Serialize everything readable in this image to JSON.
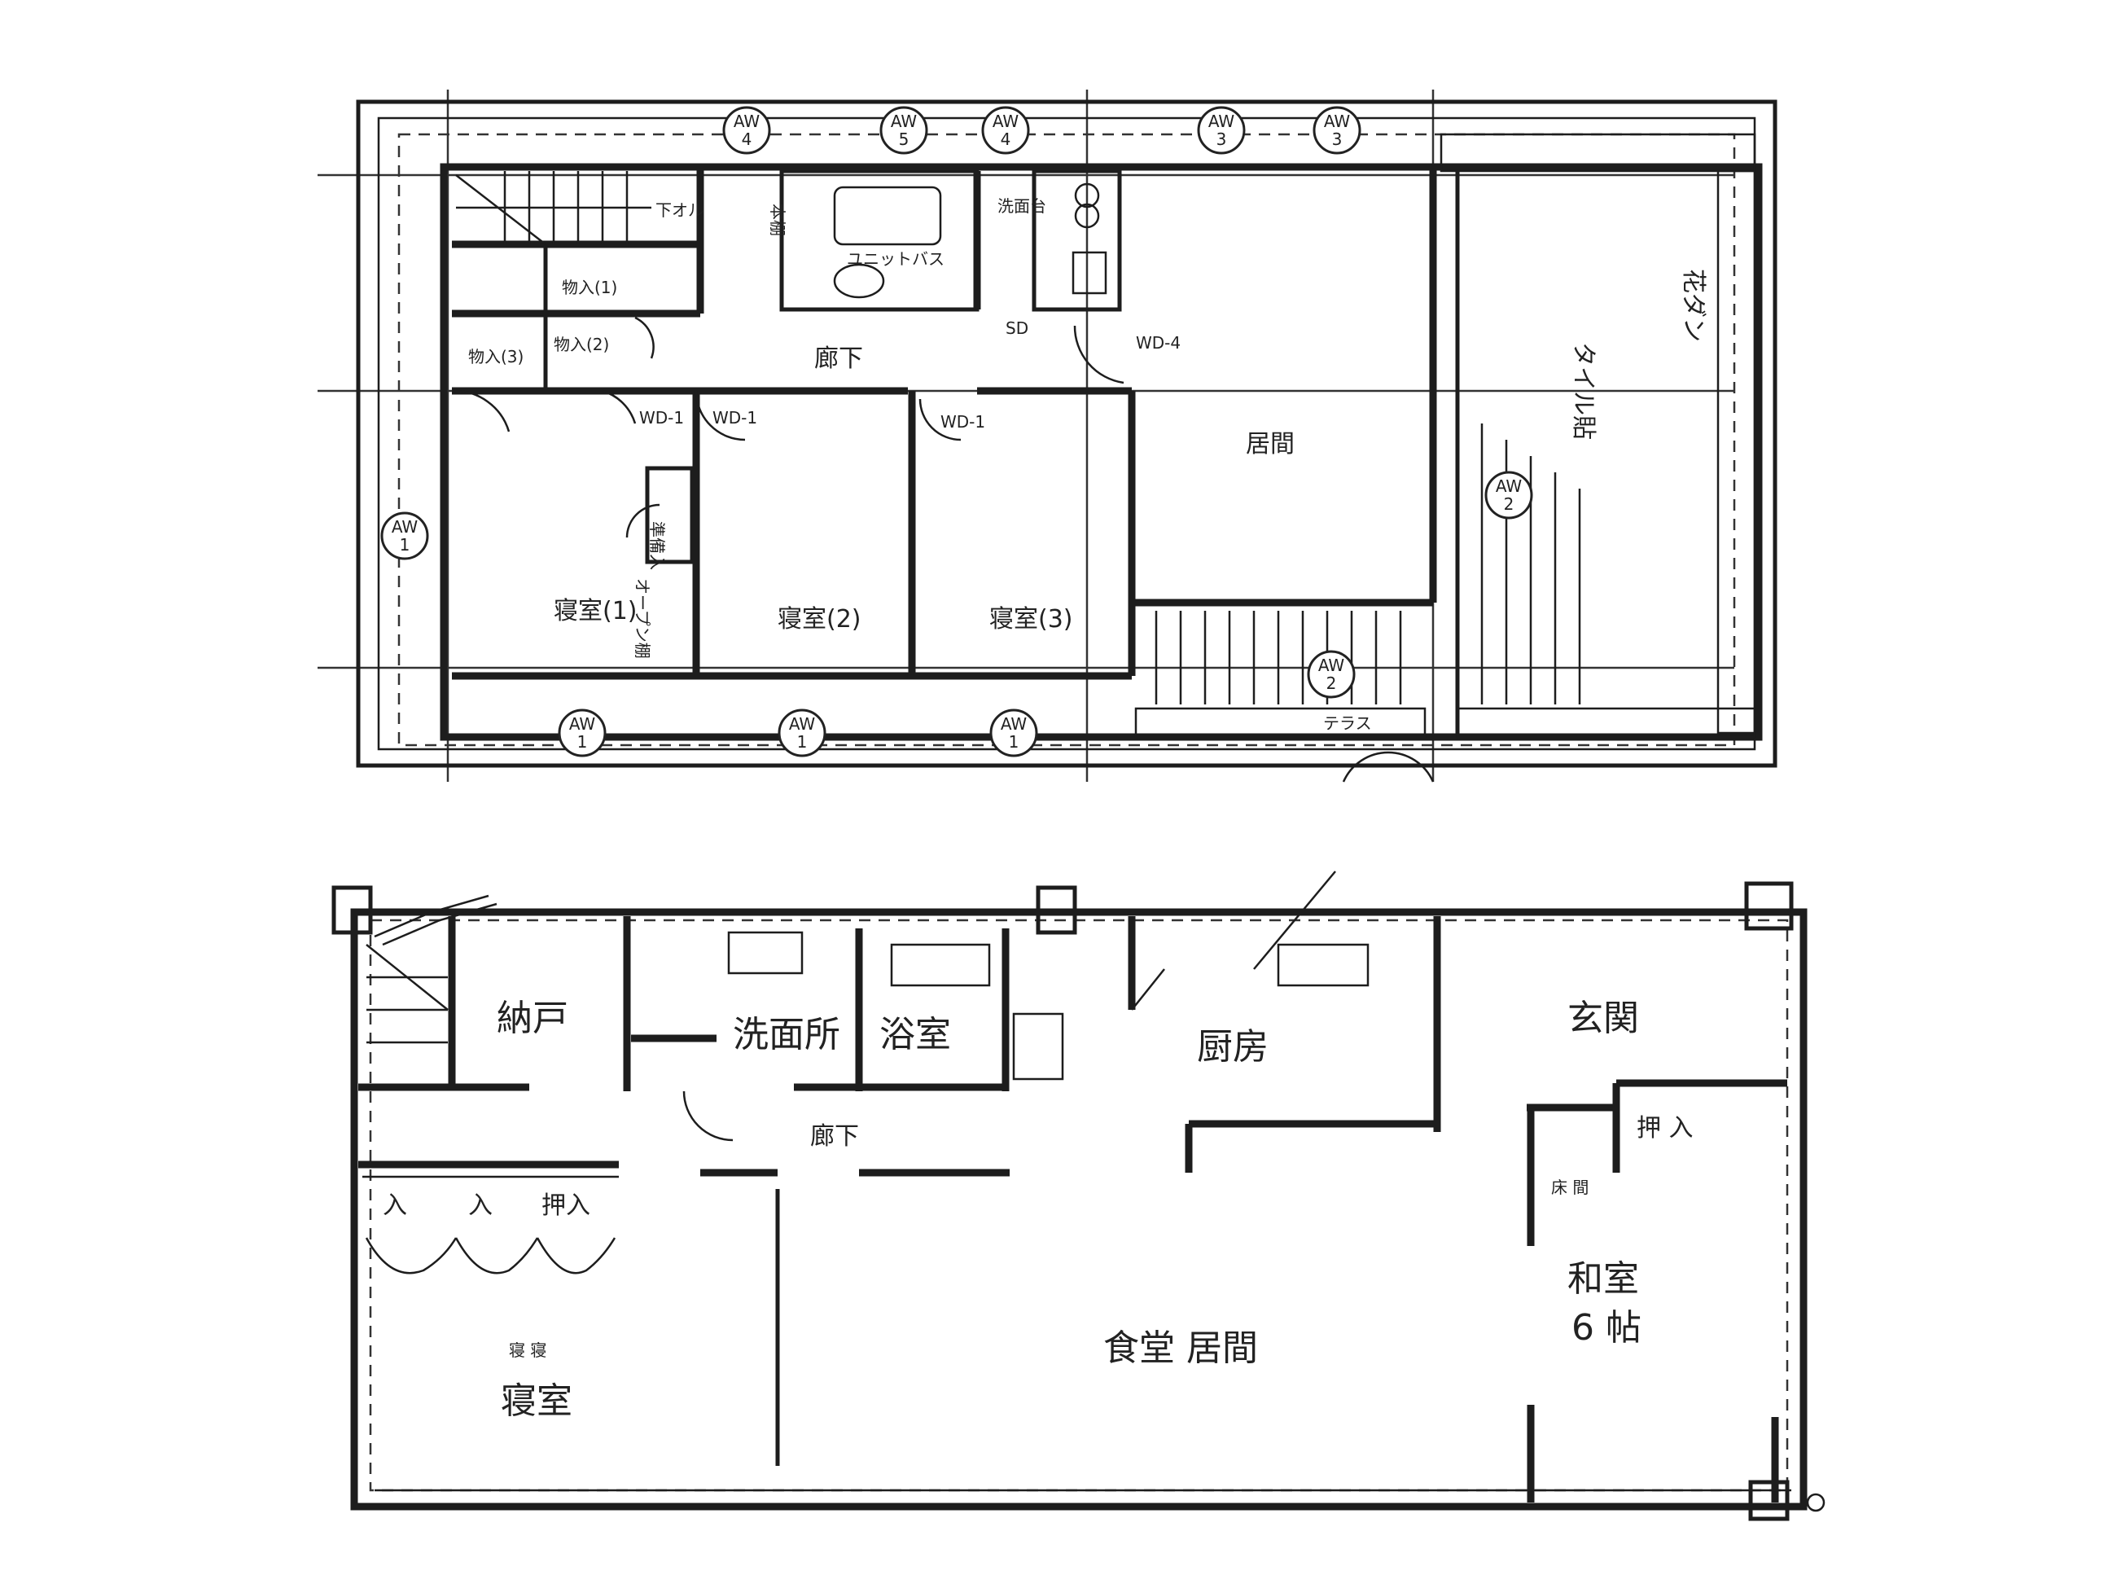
{
  "plans": {
    "upper": {
      "rooms": {
        "bedroom1": "寝室(1)",
        "bedroom2": "寝室(2)",
        "bedroom3": "寝室(3)",
        "living": "居間",
        "corridor": "廊下",
        "storage1": "物入(1)",
        "storage2": "物入(2)",
        "storage3": "物入(3)",
        "closet": "準備入",
        "unit_bath": "ユニットバス",
        "washstand": "洗面台",
        "flower_bed": "花ダン",
        "tile": "タイル貼",
        "terrace": "テラス",
        "bookshelf": "本棚",
        "open_closet": "オープン棚",
        "downstairs": "下オル"
      },
      "door_tags": {
        "wd1": "WD-1",
        "wd4": "WD-4",
        "sd": "SD"
      },
      "window_tags": [
        {
          "code": "AW",
          "num": "4"
        },
        {
          "code": "AW",
          "num": "5"
        },
        {
          "code": "AW",
          "num": "4"
        },
        {
          "code": "AW",
          "num": "3"
        },
        {
          "code": "AW",
          "num": "3"
        },
        {
          "code": "AW",
          "num": "1"
        },
        {
          "code": "AW",
          "num": "2"
        },
        {
          "code": "AW",
          "num": "2"
        },
        {
          "code": "AW",
          "num": "1"
        },
        {
          "code": "AW",
          "num": "1"
        },
        {
          "code": "AW",
          "num": "1"
        }
      ]
    },
    "lower": {
      "rooms": {
        "nando": "納戸",
        "washroom": "洗面所",
        "bathroom": "浴室",
        "kitchen": "厨房",
        "entrance": "玄関",
        "corridor": "廊下",
        "storage_a": "入",
        "storage_b": "入",
        "storage_c": "押入",
        "bedroom_note": "寝 寝",
        "bedroom": "寝室",
        "dining_living": "食堂 居間",
        "japanese_room": "和室",
        "japanese_size": "6 帖",
        "oshiire": "押 入",
        "toko": "床 間"
      }
    }
  }
}
